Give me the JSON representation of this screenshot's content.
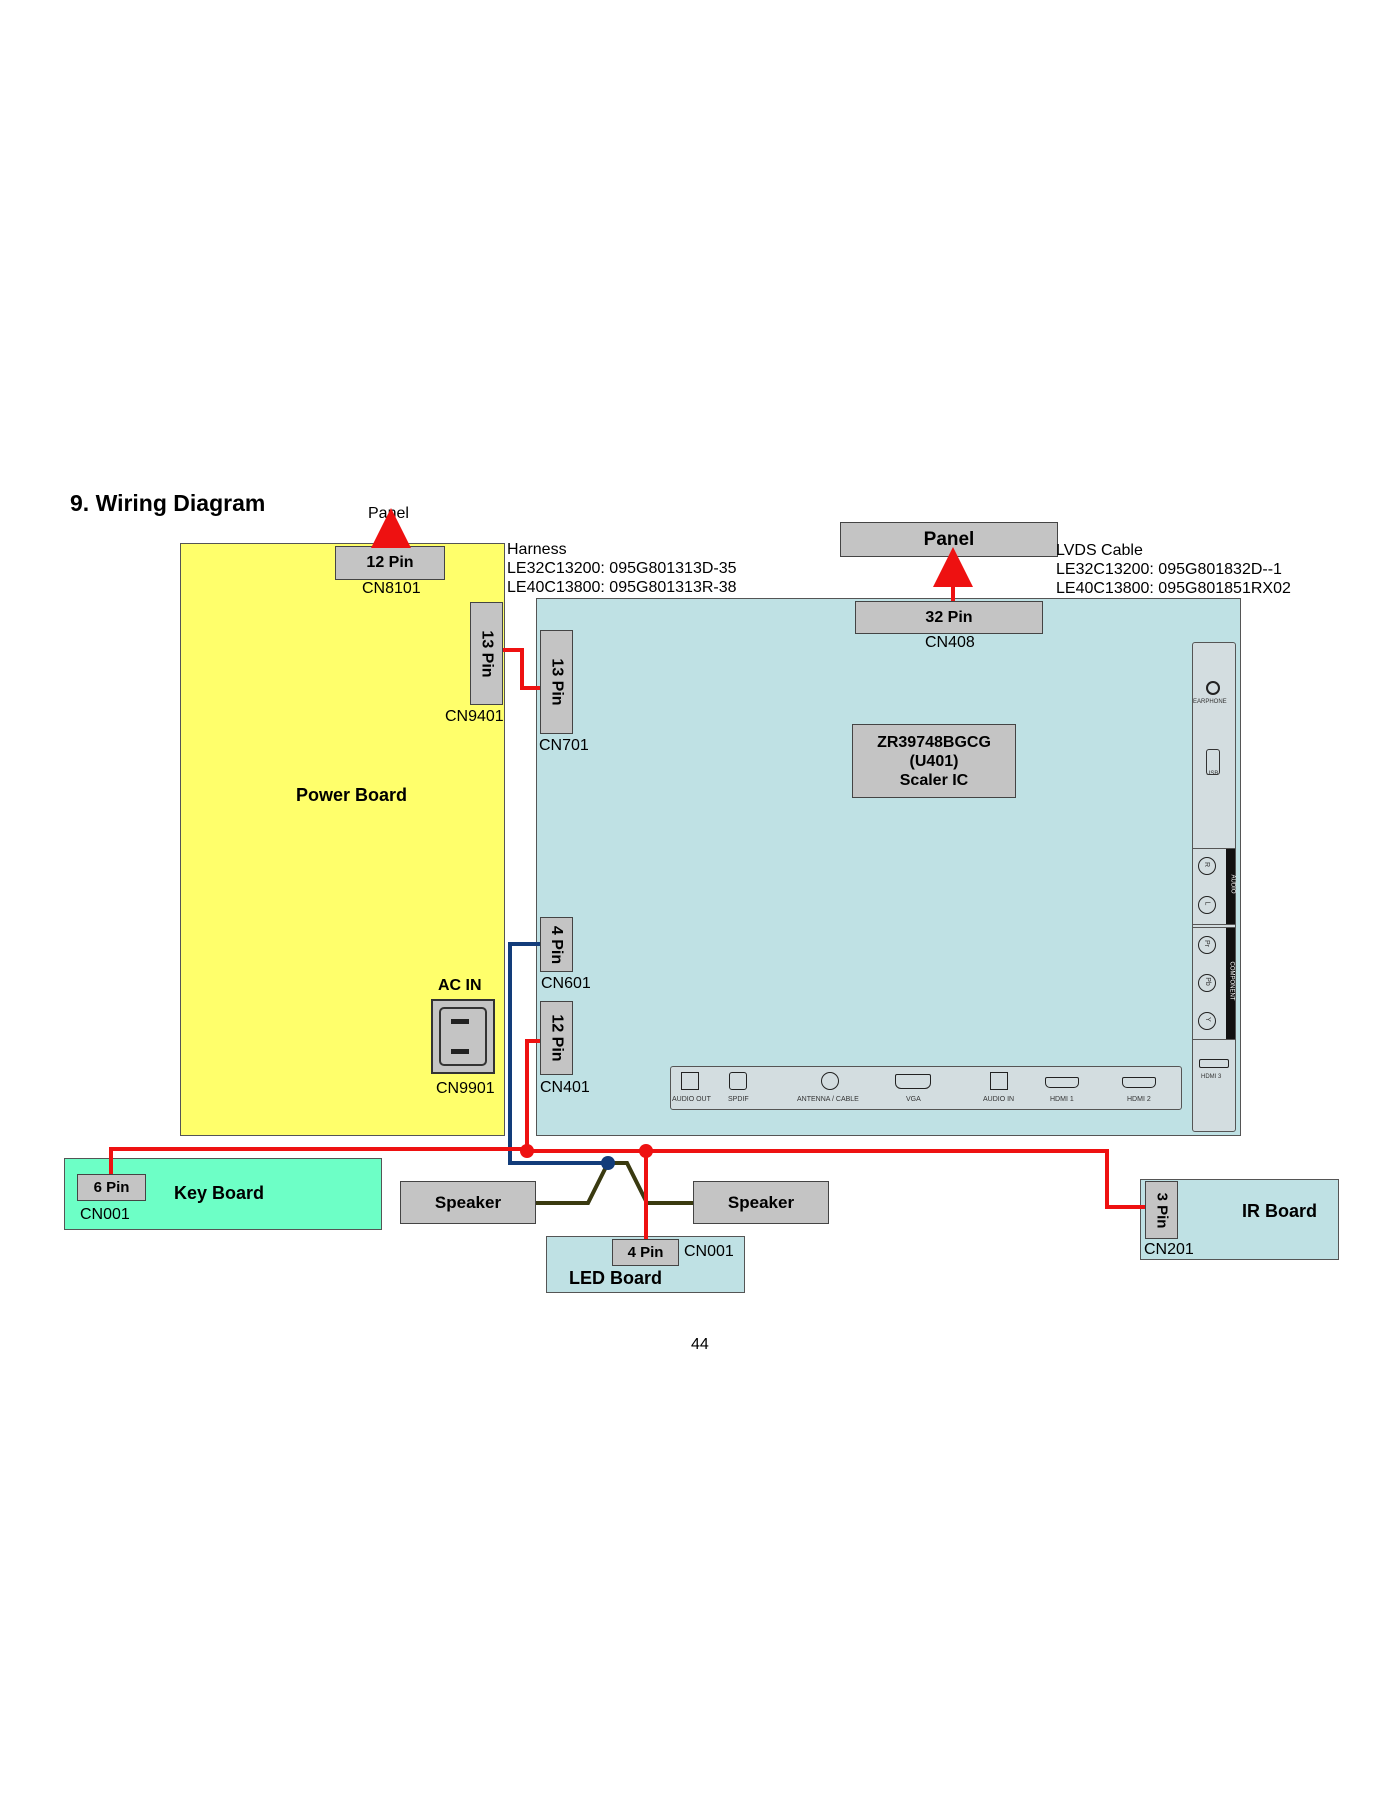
{
  "title": "9. Wiring Diagram",
  "page_number": "44",
  "colors": {
    "power_board": "#ffff6b",
    "main_board": "#bfe1e4",
    "key_board": "#6dffc6",
    "ir_board": "#bfe1e4",
    "led_board": "#bfe1e4",
    "wire_red": "#ee1111",
    "wire_blue": "#123c7a",
    "wire_olive": "#3a3a10"
  },
  "power_board": {
    "label": "Power Board",
    "top_panel_label": "Panel",
    "cn8101": {
      "pin": "12 Pin",
      "name": "CN8101"
    },
    "cn9401": {
      "pin": "13 Pin",
      "name": "CN9401"
    },
    "ac_in": {
      "label": "AC IN",
      "name": "CN9901"
    }
  },
  "harness": {
    "title": "Harness",
    "line1": "LE32C13200: 095G801313D-35",
    "line2": "LE40C13800: 095G801313R-38"
  },
  "panel_box": "Panel",
  "lvds": {
    "title": "LVDS Cable",
    "line1": "LE32C13200: 095G801832D--1",
    "line2": "LE40C13800: 095G801851RX02"
  },
  "main_board": {
    "cn701": {
      "pin": "13 Pin",
      "name": "CN701"
    },
    "cn408": {
      "pin": "32 Pin",
      "name": "CN408"
    },
    "cn601": {
      "pin": "4 Pin",
      "name": "CN601"
    },
    "cn401": {
      "pin": "12 Pin",
      "name": "CN401"
    },
    "scaler": {
      "line1": "ZR39748BGCG",
      "line2": "(U401)",
      "line3": "Scaler IC"
    },
    "side_ports": [
      "EARPHONE",
      "USB",
      "R",
      "L",
      "AUDIO",
      "Pr",
      "Pb",
      "Y",
      "COMPONENT",
      "HDMI 3"
    ],
    "bottom_ports": [
      "AUDIO OUT",
      "SPDIF",
      "ANTENNA / CABLE",
      "VGA",
      "AUDIO IN",
      "HDMI 1",
      "HDMI 2"
    ]
  },
  "key_board": {
    "label": "Key Board",
    "pin": "6 Pin",
    "name": "CN001"
  },
  "speaker_left": "Speaker",
  "speaker_right": "Speaker",
  "led_board": {
    "label": "LED Board",
    "pin": "4 Pin",
    "name": "CN001"
  },
  "ir_board": {
    "label": "IR Board",
    "pin": "3 Pin",
    "name": "CN201"
  }
}
